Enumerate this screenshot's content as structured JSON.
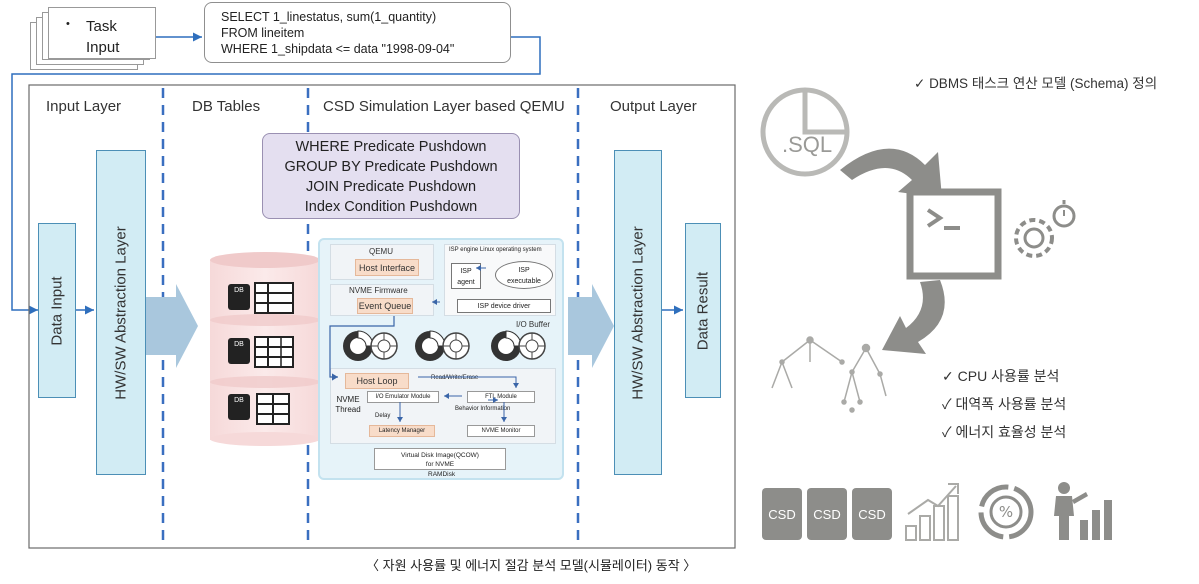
{
  "task_input": [
    "Task",
    "Input"
  ],
  "sql_query": [
    "SELECT 1_linestatus, sum(1_quantity)",
    "FROM lineitem",
    "WHERE 1_shipdata <= data \"1998-09-04\""
  ],
  "layers": {
    "input": "Input Layer",
    "db_tables": "DB Tables",
    "csd_sim": "CSD Simulation Layer based QEMU",
    "output": "Output Layer"
  },
  "data_input": "Data Input",
  "abstraction_left": "HW/SW Abstraction Layer",
  "abstraction_right": "HW/SW Abstraction Layer",
  "data_result": "Data Result",
  "pushdown": [
    "WHERE Predicate Pushdown",
    "GROUP BY  Predicate Pushdown",
    "JOIN Predicate Pushdown",
    "Index Condition Pushdown"
  ],
  "db_label": "DB",
  "qemu": {
    "qemu_label": "QEMU",
    "host_interface": "Host Interface",
    "isp_engine": "ISP engine Linux operating system",
    "isp_agent": [
      "ISP",
      "agent"
    ],
    "isp_executable": [
      "ISP",
      "executable"
    ],
    "nvme_firmware": "NVME Firmware",
    "event_queue": "Event Queue",
    "isp_device_driver": "ISP device driver",
    "io_buffer": "I/O Buffer",
    "host_loop": "Host Loop",
    "read_write": "Read/Write/Erase",
    "nvme_thread": [
      "NVME",
      "Thread"
    ],
    "io_emulator": "I/O Emulator Module",
    "ftl_module": "FTL Module",
    "behavior_info": "Behavior Information",
    "delay": "Delay",
    "latency_manager": "Latency Manager",
    "nvme_monitor": "NVME Monitor",
    "virtual_disk": [
      "Virtual Disk Image(QCOW)",
      "for NVME"
    ],
    "ramdisk": "RAMDisk"
  },
  "caption": "〈 자원 사용률 및 에너지 절감 분석 모델(시뮬레이터) 동작 〉",
  "right": {
    "top_check": "DBMS 태스크 연산 모델 (Schema) 정의",
    "sql_file": ".SQL",
    "checks": [
      "CPU 사용률 분석",
      "대역폭 사용률 분석",
      "에너지 효율성 분석"
    ],
    "csd_labels": [
      "CSD",
      "CSD",
      "CSD"
    ]
  },
  "colors": {
    "accent_blue": "#2f6fbd",
    "panel_blue": "#d2ecf4",
    "pushdown_fill": "#e4dff0",
    "icon_gray": "#8d8d8a"
  }
}
